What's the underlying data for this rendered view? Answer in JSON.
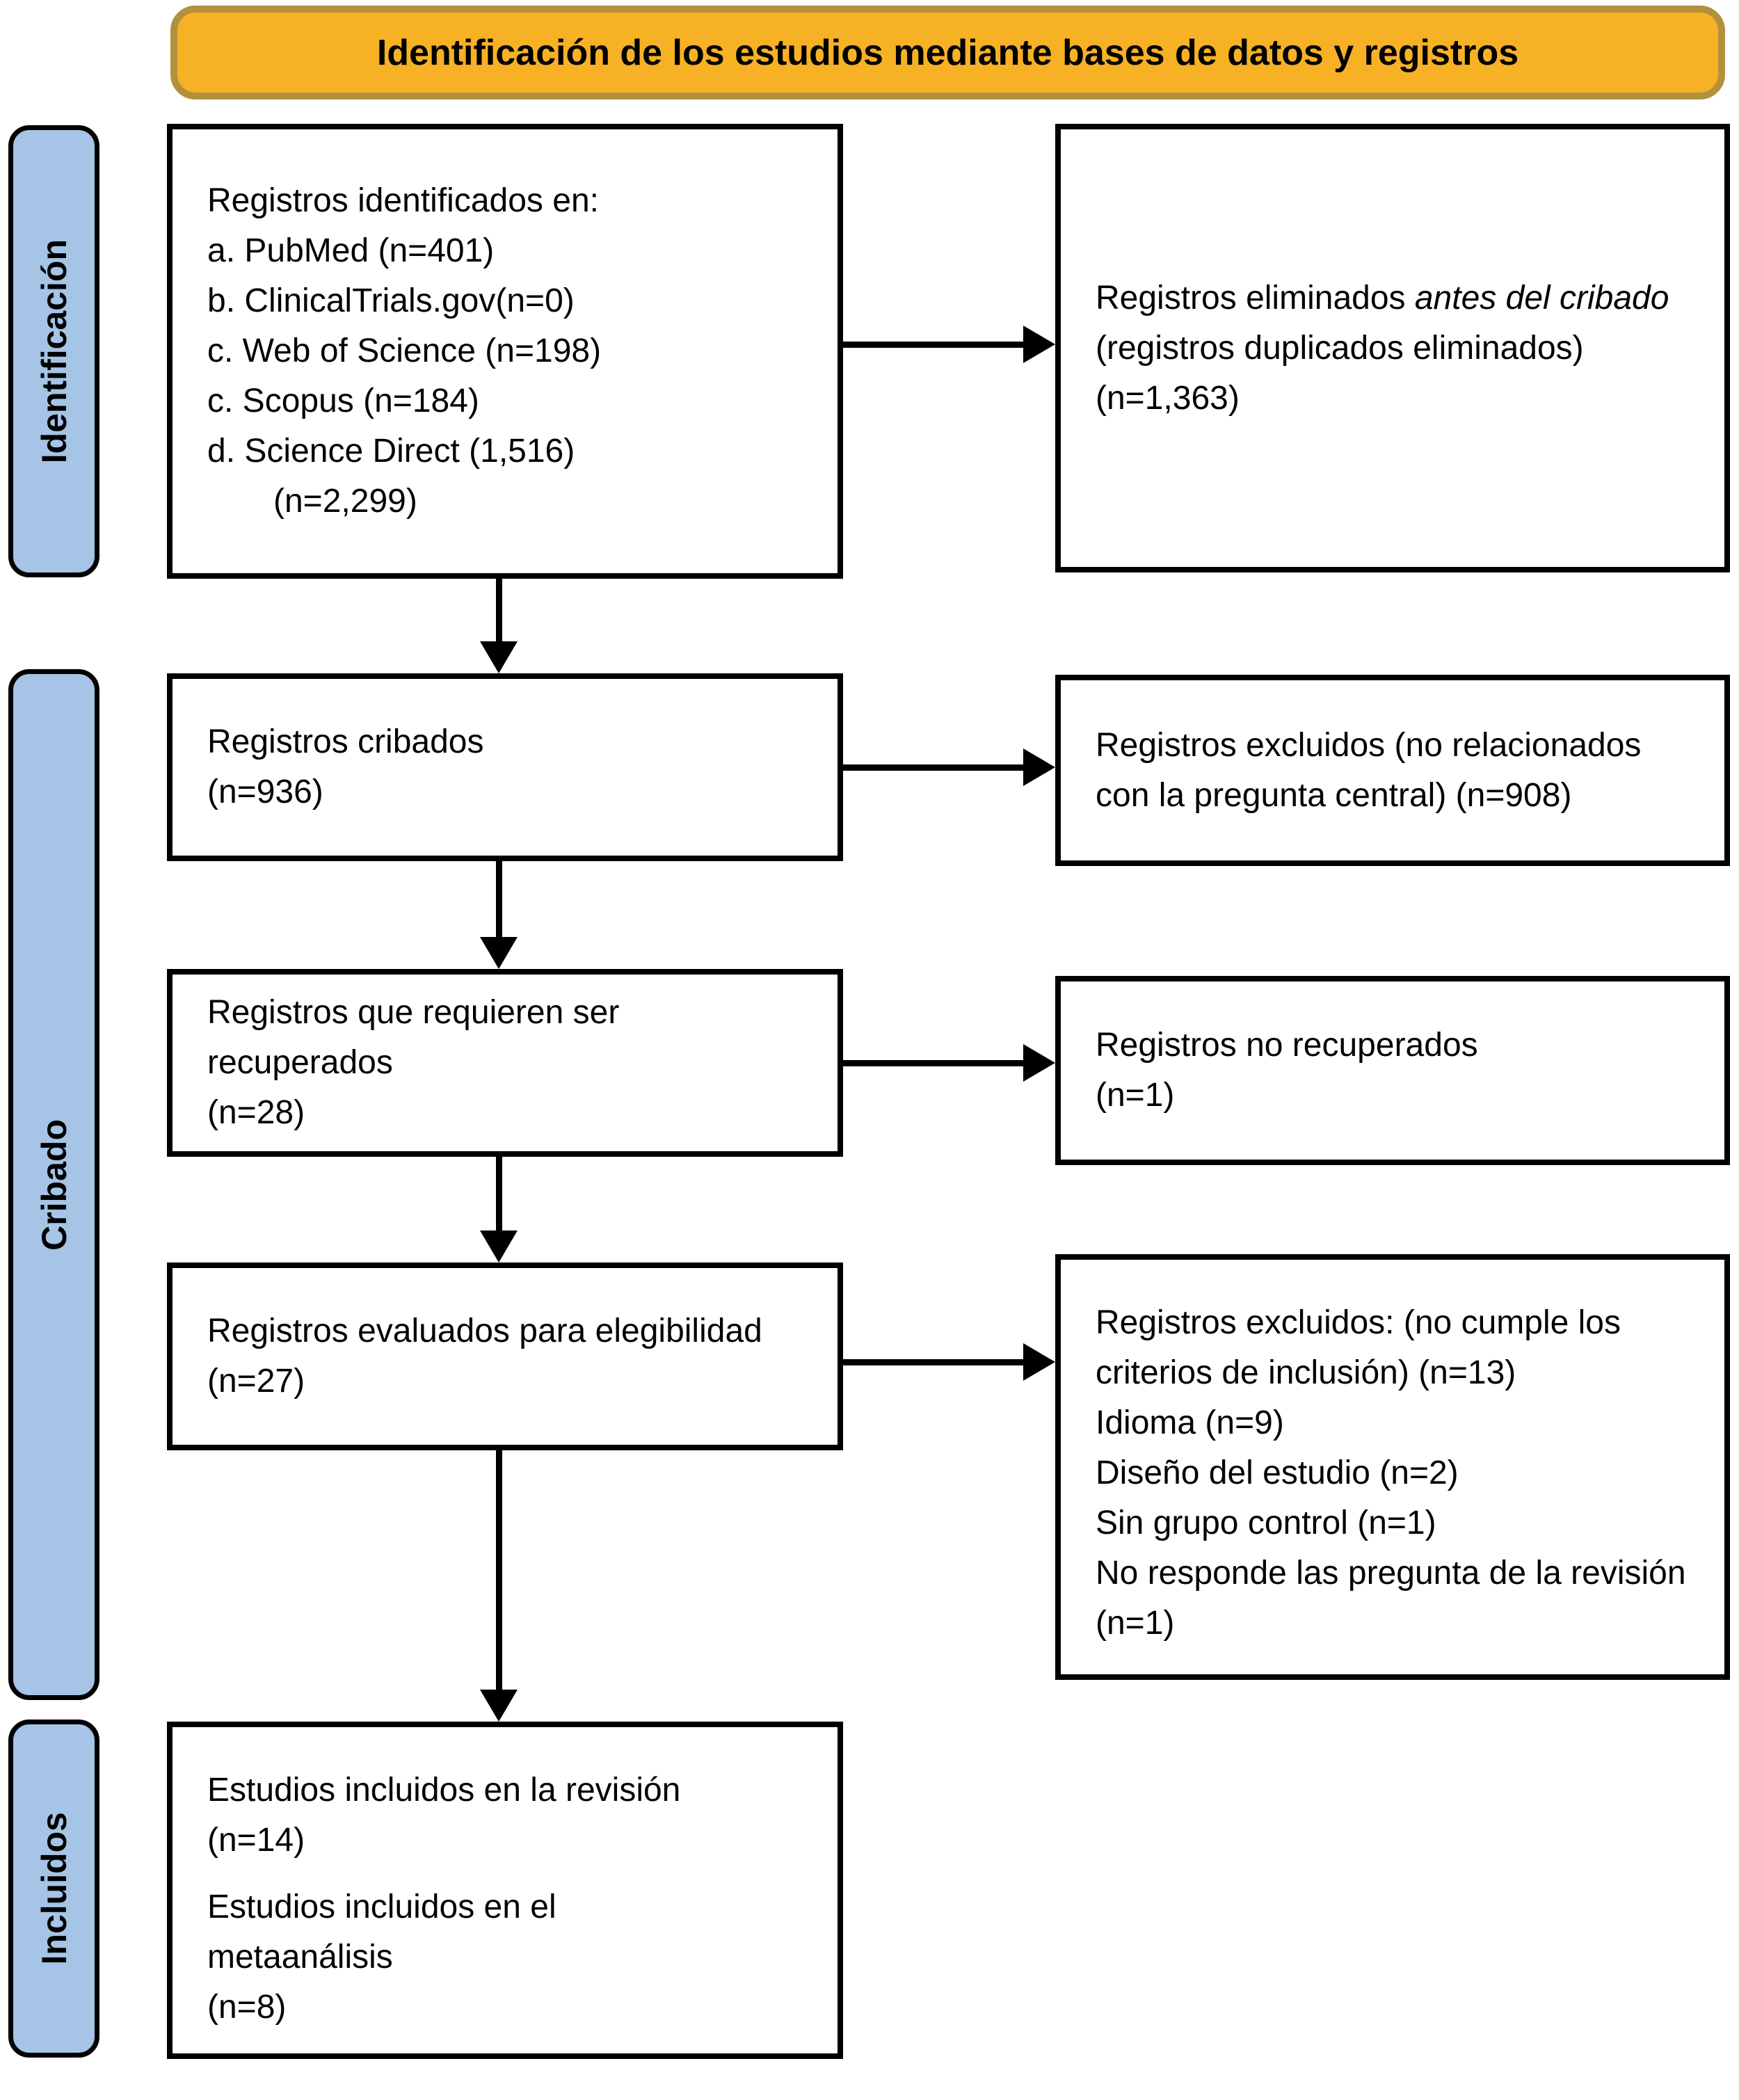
{
  "title": "Identificación de los estudios mediante bases de datos y registros",
  "colors": {
    "banner_fill": "#F7B124",
    "banner_border": "#B2913E",
    "stage_fill": "#A5C4E6",
    "box_border": "#000000",
    "arrow": "#000000"
  },
  "stages": {
    "identification": "Identificación",
    "screening": "Cribado",
    "included": "Incluidos"
  },
  "boxes": {
    "identified": {
      "lines": [
        "Registros identificados en:",
        "a. PubMed (n=401)",
        "b. ClinicalTrials.gov(n=0)",
        "c. Web of Science (n=198)",
        "c. Scopus (n=184)",
        "d. Science Direct (1,516)",
        "(n=2,299)"
      ]
    },
    "removed": {
      "prefix": "Registros eliminados ",
      "italic": "antes del cribado",
      "suffix": " (registros duplicados eliminados) (n=1,363)"
    },
    "screened": {
      "lines": [
        "Registros cribados",
        "(n=936)"
      ]
    },
    "excluded": {
      "text": "Registros excluidos (no relacionados con la pregunta central) (n=908)"
    },
    "sought": {
      "lines": [
        "Registros que requieren ser recuperados",
        "(n=28)"
      ]
    },
    "not_retrieved": {
      "lines": [
        "Registros no recuperados",
        "(n=1)"
      ]
    },
    "assessed": {
      "lines": [
        "Registros evaluados para elegibilidad",
        "(n=27)"
      ]
    },
    "reasons": {
      "lines": [
        "Registros excluidos: (no cumple los criterios de inclusión) (n=13)",
        "Idioma (n=9)",
        "Diseño del estudio (n=2)",
        "Sin grupo control (n=1)",
        "No responde las pregunta de la revisión (n=1)"
      ]
    },
    "included": {
      "lines": [
        "Estudios incluidos en la revisión",
        "(n=14)",
        "Estudios incluidos en el",
        "metaanálisis",
        "(n=8)"
      ]
    }
  }
}
